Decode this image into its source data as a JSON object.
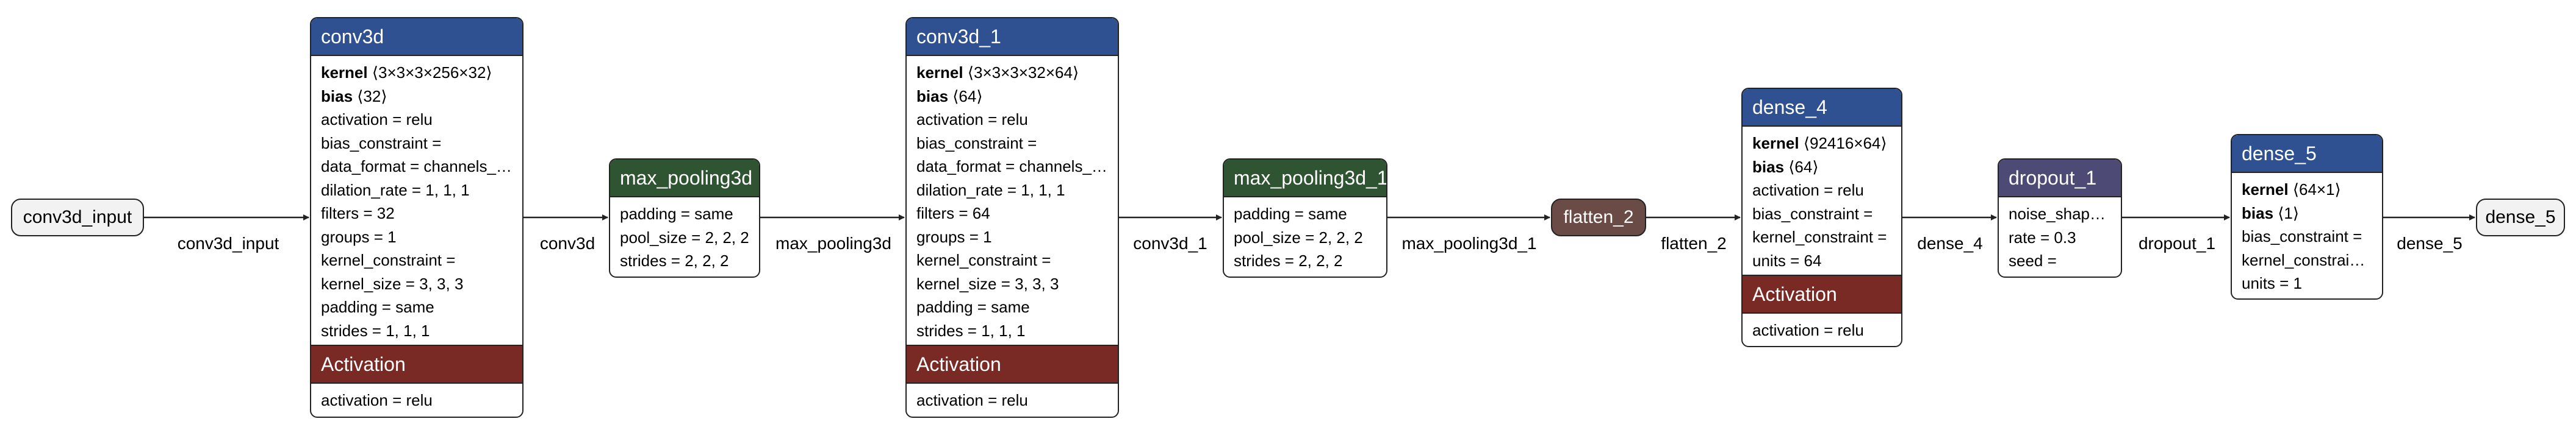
{
  "input_node": {
    "label": "conv3d_input"
  },
  "output_node": {
    "label": "dense_5"
  },
  "flatten_node": {
    "label": "flatten_2",
    "color": "#6b4b45"
  },
  "colors": {
    "conv_dense_header": "#2f5191",
    "pooling_header": "#2f5431",
    "dropout_header": "#4d4a75",
    "activation_header": "#7a2a25"
  },
  "layers": {
    "conv3d": {
      "title": "conv3d",
      "params": [
        {
          "name": "kernel",
          "value": "⟨3×3×3×256×32⟩"
        },
        {
          "name": "bias",
          "value": "⟨32⟩"
        }
      ],
      "attrs": [
        "activation = relu",
        "bias_constraint =",
        "data_format = channels_las...",
        "dilation_rate = 1, 1, 1",
        "filters = 32",
        "groups = 1",
        "kernel_constraint =",
        "kernel_size = 3, 3, 3",
        "padding = same",
        "strides = 1, 1, 1"
      ],
      "activation": {
        "title": "Activation",
        "attrs": [
          "activation = relu"
        ]
      }
    },
    "max_pooling3d": {
      "title": "max_pooling3d",
      "attrs": [
        "padding = same",
        "pool_size = 2, 2, 2",
        "strides = 2, 2, 2"
      ]
    },
    "conv3d_1": {
      "title": "conv3d_1",
      "params": [
        {
          "name": "kernel",
          "value": "⟨3×3×3×32×64⟩"
        },
        {
          "name": "bias",
          "value": "⟨64⟩"
        }
      ],
      "attrs": [
        "activation = relu",
        "bias_constraint =",
        "data_format = channels_las...",
        "dilation_rate = 1, 1, 1",
        "filters = 64",
        "groups = 1",
        "kernel_constraint =",
        "kernel_size = 3, 3, 3",
        "padding = same",
        "strides = 1, 1, 1"
      ],
      "activation": {
        "title": "Activation",
        "attrs": [
          "activation = relu"
        ]
      }
    },
    "max_pooling3d_1": {
      "title": "max_pooling3d_1",
      "attrs": [
        "padding = same",
        "pool_size = 2, 2, 2",
        "strides = 2, 2, 2"
      ]
    },
    "dense_4": {
      "title": "dense_4",
      "params": [
        {
          "name": "kernel",
          "value": "⟨92416×64⟩"
        },
        {
          "name": "bias",
          "value": "⟨64⟩"
        }
      ],
      "attrs": [
        "activation = relu",
        "bias_constraint =",
        "kernel_constraint =",
        "units = 64"
      ],
      "activation": {
        "title": "Activation",
        "attrs": [
          "activation = relu"
        ]
      }
    },
    "dropout_1": {
      "title": "dropout_1",
      "attrs": [
        "noise_shape =",
        "rate = 0.3",
        "seed ="
      ]
    },
    "dense_5": {
      "title": "dense_5",
      "params": [
        {
          "name": "kernel",
          "value": "⟨64×1⟩"
        },
        {
          "name": "bias",
          "value": "⟨1⟩"
        }
      ],
      "attrs": [
        "bias_constraint =",
        "kernel_constraint =",
        "units = 1"
      ]
    }
  },
  "edges": [
    {
      "label": "conv3d_input"
    },
    {
      "label": "conv3d"
    },
    {
      "label": "max_pooling3d"
    },
    {
      "label": "conv3d_1"
    },
    {
      "label": "max_pooling3d_1"
    },
    {
      "label": "flatten_2"
    },
    {
      "label": "dense_4"
    },
    {
      "label": "dropout_1"
    },
    {
      "label": "dense_5"
    }
  ]
}
